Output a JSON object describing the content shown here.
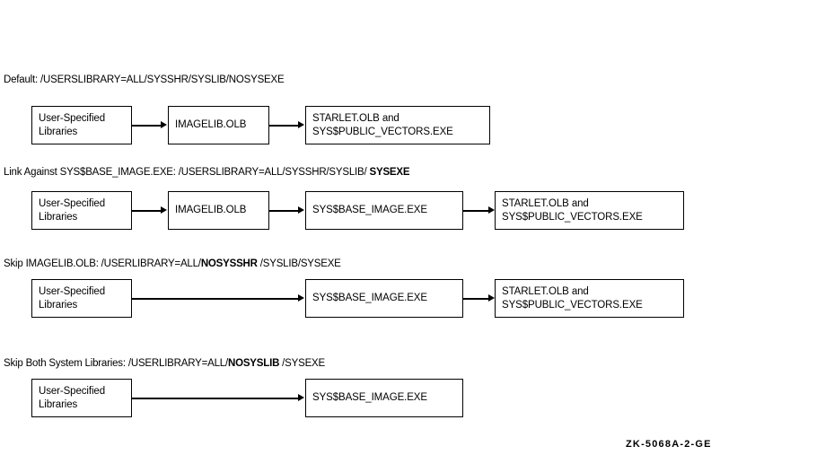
{
  "figure": {
    "id_label": "ZK-5068A-2-GE",
    "sections": [
      {
        "name": "default",
        "caption_parts": [
          {
            "text": "Default: /USERSLIBRARY=ALL/SYSSHR/SYSLIB/NOSYSEXE",
            "bold": false
          }
        ],
        "boxes": [
          {
            "name": "user-specified-libraries",
            "lines": [
              "User-Specified",
              "Libraries"
            ]
          },
          {
            "name": "imagelib-olb",
            "lines": [
              "IMAGELIB.OLB"
            ]
          },
          {
            "name": "starlet-olb-and-public-vectors",
            "lines": [
              "STARLET.OLB and",
              "SYS$PUBLIC_VECTORS.EXE"
            ]
          }
        ]
      },
      {
        "name": "link-against-base-image",
        "caption_parts": [
          {
            "text": "Link Against SYS$BASE_IMAGE.EXE: /USERSLIBRARY=ALL/SYSSHR/SYSLIB/ ",
            "bold": false
          },
          {
            "text": "SYSEXE",
            "bold": true
          }
        ],
        "boxes": [
          {
            "name": "user-specified-libraries",
            "lines": [
              "User-Specified",
              "Libraries"
            ]
          },
          {
            "name": "imagelib-olb",
            "lines": [
              "IMAGELIB.OLB"
            ]
          },
          {
            "name": "sys-base-image-exe",
            "lines": [
              "SYS$BASE_IMAGE.EXE"
            ]
          },
          {
            "name": "starlet-olb-and-public-vectors",
            "lines": [
              "STARLET.OLB and",
              "SYS$PUBLIC_VECTORS.EXE"
            ]
          }
        ]
      },
      {
        "name": "skip-imagelib",
        "caption_parts": [
          {
            "text": "Skip IMAGELIB.OLB: /USERLIBRARY=ALL/",
            "bold": false
          },
          {
            "text": "NOSYSSHR",
            "bold": true
          },
          {
            "text": " /SYSLIB/SYSEXE",
            "bold": false
          }
        ],
        "boxes": [
          {
            "name": "user-specified-libraries",
            "lines": [
              "User-Specified",
              "Libraries"
            ]
          },
          {
            "name": "sys-base-image-exe",
            "lines": [
              "SYS$BASE_IMAGE.EXE"
            ]
          },
          {
            "name": "starlet-olb-and-public-vectors",
            "lines": [
              "STARLET.OLB and",
              "SYS$PUBLIC_VECTORS.EXE"
            ]
          }
        ]
      },
      {
        "name": "skip-both-system-libraries",
        "caption_parts": [
          {
            "text": "Skip Both System Libraries: /USERLIBRARY=ALL/",
            "bold": false
          },
          {
            "text": "NOSYSLIB",
            "bold": true
          },
          {
            "text": " /SYSEXE",
            "bold": false
          }
        ],
        "boxes": [
          {
            "name": "user-specified-libraries",
            "lines": [
              "User-Specified",
              "Libraries"
            ]
          },
          {
            "name": "sys-base-image-exe",
            "lines": [
              "SYS$BASE_IMAGE.EXE"
            ]
          }
        ]
      }
    ]
  },
  "colors": {
    "background": "#ffffff",
    "ink": "#000000"
  }
}
